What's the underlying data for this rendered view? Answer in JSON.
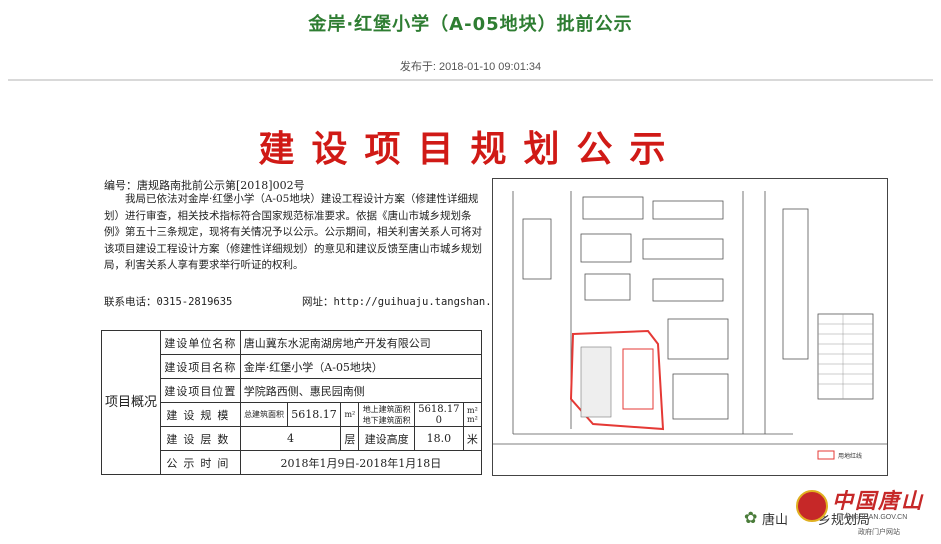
{
  "header": {
    "title": "金岸·红堡小学（A-05地块）批前公示",
    "published_label": "发布于:",
    "published_time": "2018-01-10 09:01:34"
  },
  "document": {
    "heading": "建设项目规划公示",
    "number": "编号：唐规路南批前公示第[2018]002号",
    "body": "我局已依法对金岸·红堡小学（A-05地块）建设工程设计方案（修建性详细规划）进行审查，相关技术指标符合国家规范标准要求。依据《唐山市城乡规划条例》第五十三条规定，现将有关情况予以公示。公示期间，相关利害关系人可将对该项目建设工程设计方案（修建性详细规划）的意见和建议反馈至唐山市城乡规划局，利害关系人享有要求举行听证的权利。",
    "contact": "联系电话：0315-2819635",
    "website": "网址：http://guihuaju.tangshan.gov.cn/"
  },
  "table": {
    "side_label": "项目概况",
    "rows": {
      "unit_label": "建设单位名称",
      "unit_value": "唐山冀东水泥南湖房地产开发有限公司",
      "name_label": "建设项目名称",
      "name_value": "金岸·红堡小学（A-05地块）",
      "location_label": "建设项目位置",
      "location_value": "学院路西侧、惠民园南侧",
      "scale_label": "建设规模",
      "total_area_label": "总建筑面积",
      "total_area_value": "5618.17",
      "unit_m2": "m²",
      "above_label": "地上建筑面积",
      "above_value": "5618.17",
      "below_label": "地下建筑面积",
      "below_value": "0",
      "floors_label": "建设层数",
      "floors_value": "4",
      "floors_unit": "层",
      "height_label": "建设高度",
      "height_value": "18.0",
      "height_unit": "米",
      "period_label": "公示时间",
      "period_value": "2018年1月9日-2018年1月18日"
    }
  },
  "plan": {
    "legend_label": "用地红线"
  },
  "watermark": {
    "left_text": "唐山",
    "right_text": "乡规划局",
    "logo_text": "中国唐山",
    "logo_url": "TANGSHAN.GOV.CN",
    "logo_sub": "政府门户网站"
  },
  "colors": {
    "title_green": "#2e7d32",
    "heading_red": "#d01a16",
    "redline": "#e53935"
  }
}
